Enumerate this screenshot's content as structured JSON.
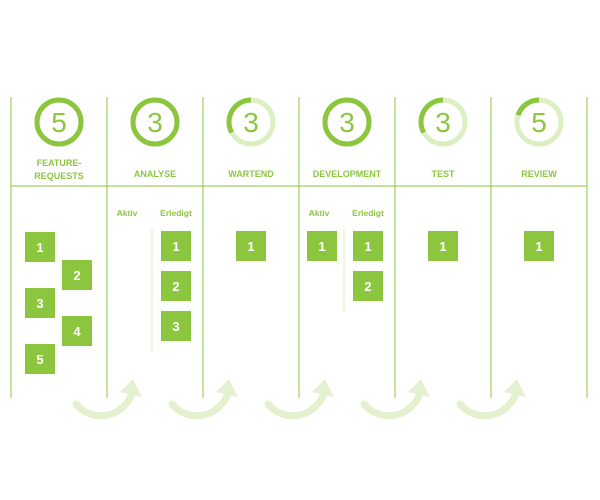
{
  "colors": {
    "accent": "#8cc63f",
    "accent_light": "#dcefc3",
    "label": "#8cc63f",
    "card": "#8cc63f",
    "card_text": "#ffffff",
    "arrow": "#e3f1d0"
  },
  "columns": [
    {
      "id": "feature-requests",
      "counter": "5",
      "counter_fill": 1.0,
      "title_lines": [
        "FEATURE-",
        "REQUESTS"
      ],
      "cards": [
        "1",
        "2",
        "3",
        "4",
        "5"
      ]
    },
    {
      "id": "analyse",
      "counter": "3",
      "counter_fill": 1.0,
      "title_lines": [
        "ANALYSE"
      ],
      "sub_labels": [
        "Aktiv",
        "Erledigt"
      ],
      "aktiv_cards": [],
      "erledigt_cards": [
        "1",
        "2",
        "3"
      ]
    },
    {
      "id": "wartend",
      "counter": "3",
      "counter_fill": 0.33,
      "title_lines": [
        "WARTEND"
      ],
      "cards": [
        "1"
      ]
    },
    {
      "id": "development",
      "counter": "3",
      "counter_fill": 1.0,
      "title_lines": [
        "DEVELOPMENT"
      ],
      "sub_labels": [
        "Aktiv",
        "Erledigt"
      ],
      "aktiv_cards": [
        "1"
      ],
      "erledigt_cards": [
        "1",
        "2"
      ]
    },
    {
      "id": "test",
      "counter": "3",
      "counter_fill": 0.33,
      "title_lines": [
        "TEST"
      ],
      "cards": [
        "1"
      ]
    },
    {
      "id": "review",
      "counter": "5",
      "counter_fill": 0.2,
      "title_lines": [
        "REVIEW"
      ],
      "cards": [
        "1"
      ]
    }
  ],
  "flow_arrows": [
    "arrow-1",
    "arrow-2",
    "arrow-3",
    "arrow-4",
    "arrow-5"
  ]
}
